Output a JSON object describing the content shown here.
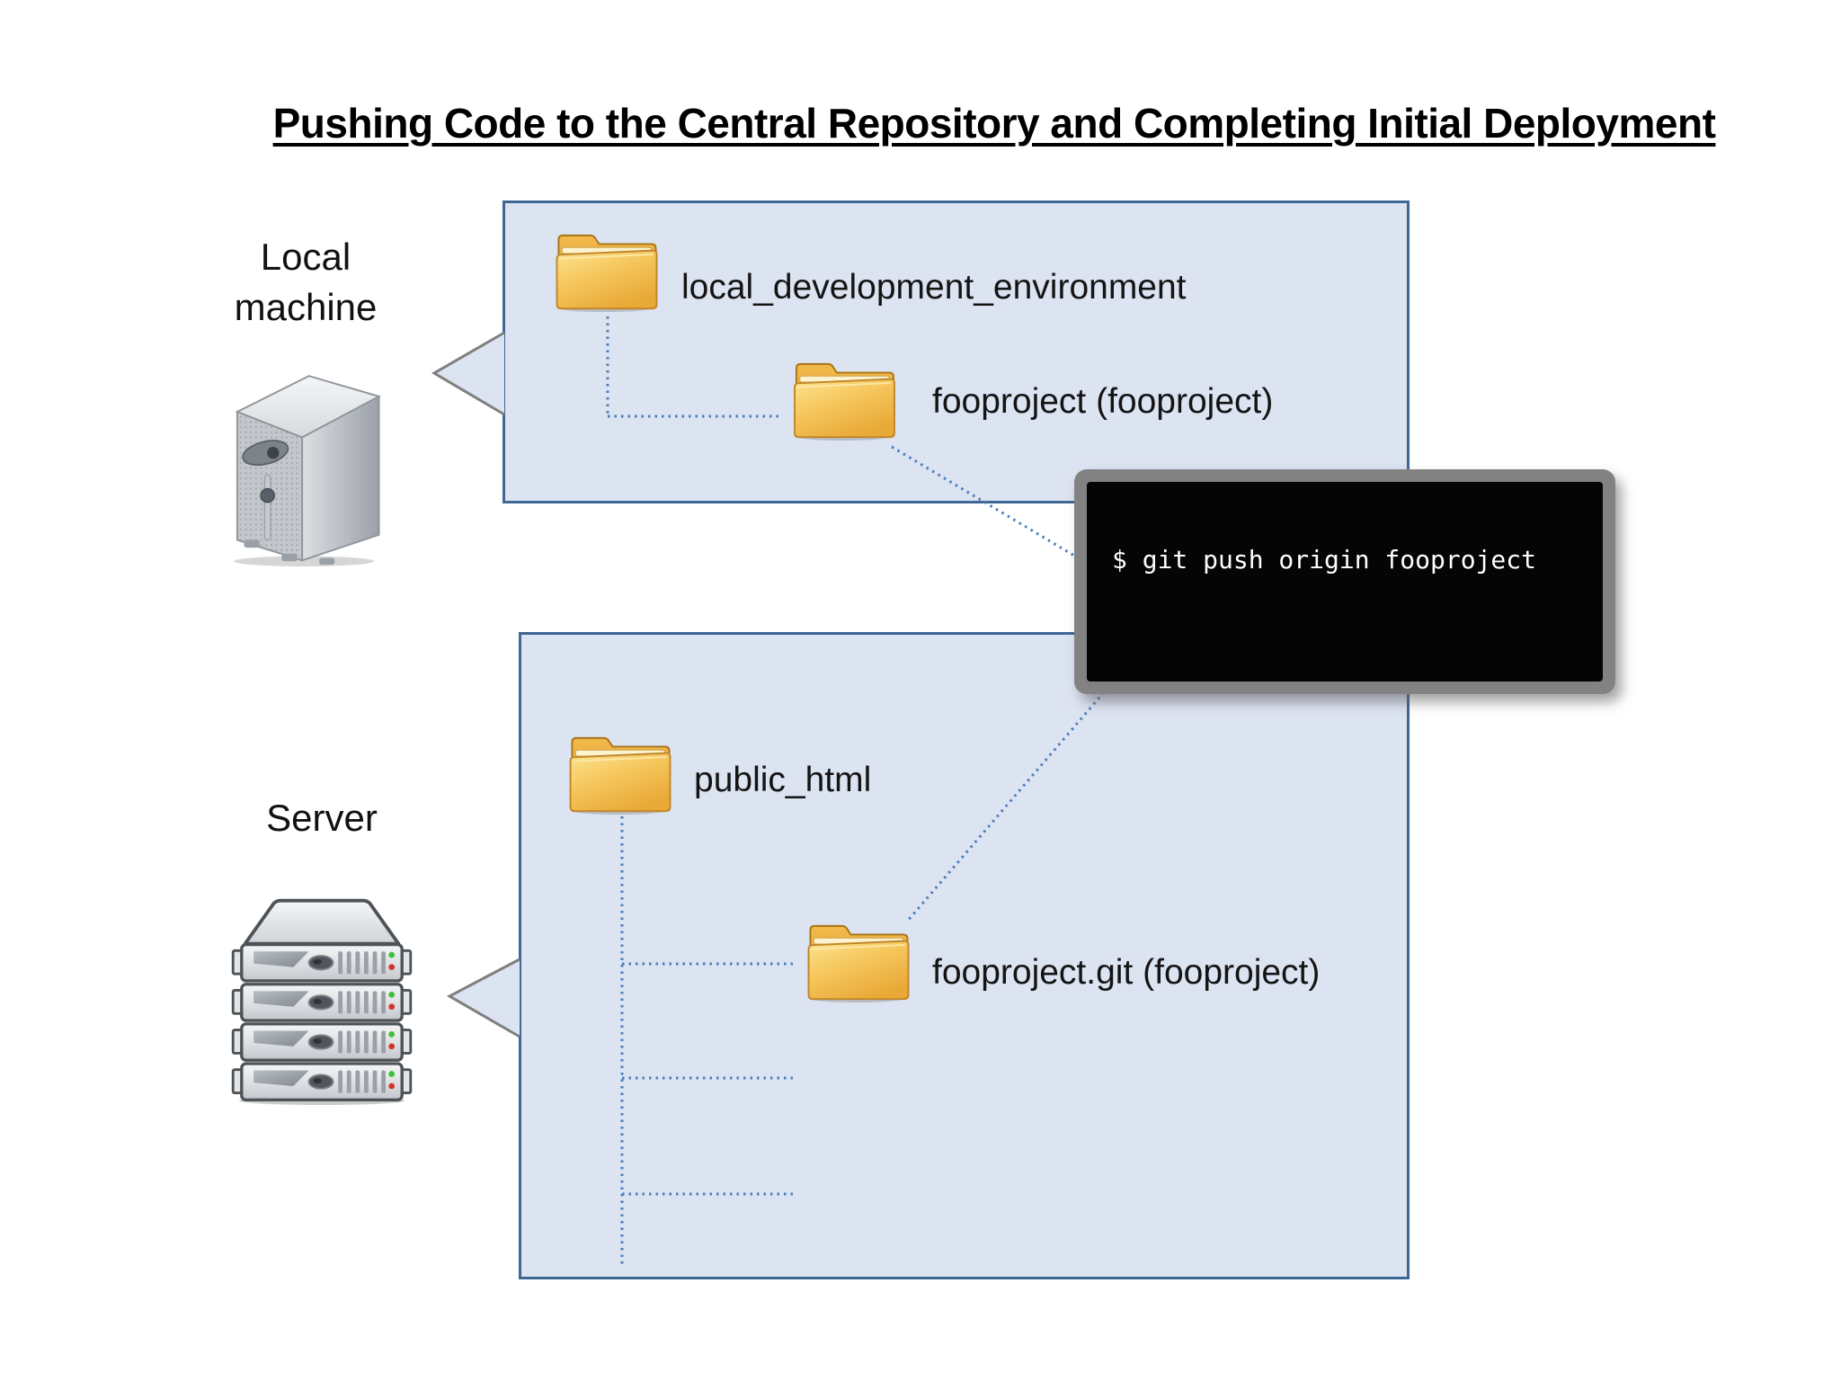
{
  "title": "Pushing Code to the Central Repository and Completing Initial Deployment",
  "local_machine": {
    "label": "Local machine"
  },
  "server": {
    "label": "Server"
  },
  "local_box": {
    "folders": [
      {
        "name": "local_development_environment"
      },
      {
        "name": "fooproject (fooproject)"
      }
    ]
  },
  "server_box": {
    "folders": [
      {
        "name": "public_html"
      },
      {
        "name": "fooproject.git (fooproject)"
      }
    ]
  },
  "terminal": {
    "command": "$ git push origin fooproject"
  },
  "colors": {
    "box_fill": "#dce3f1",
    "box_border": "#3f6795",
    "connector_blue": "#4a7ebb",
    "terminal_frame": "#828282",
    "terminal_screen": "#050505",
    "terminal_text": "#ffffff",
    "title_color": "#000000",
    "folder_light": "#fce491",
    "folder_mid": "#eaa938",
    "folder_dark": "#c08629"
  }
}
